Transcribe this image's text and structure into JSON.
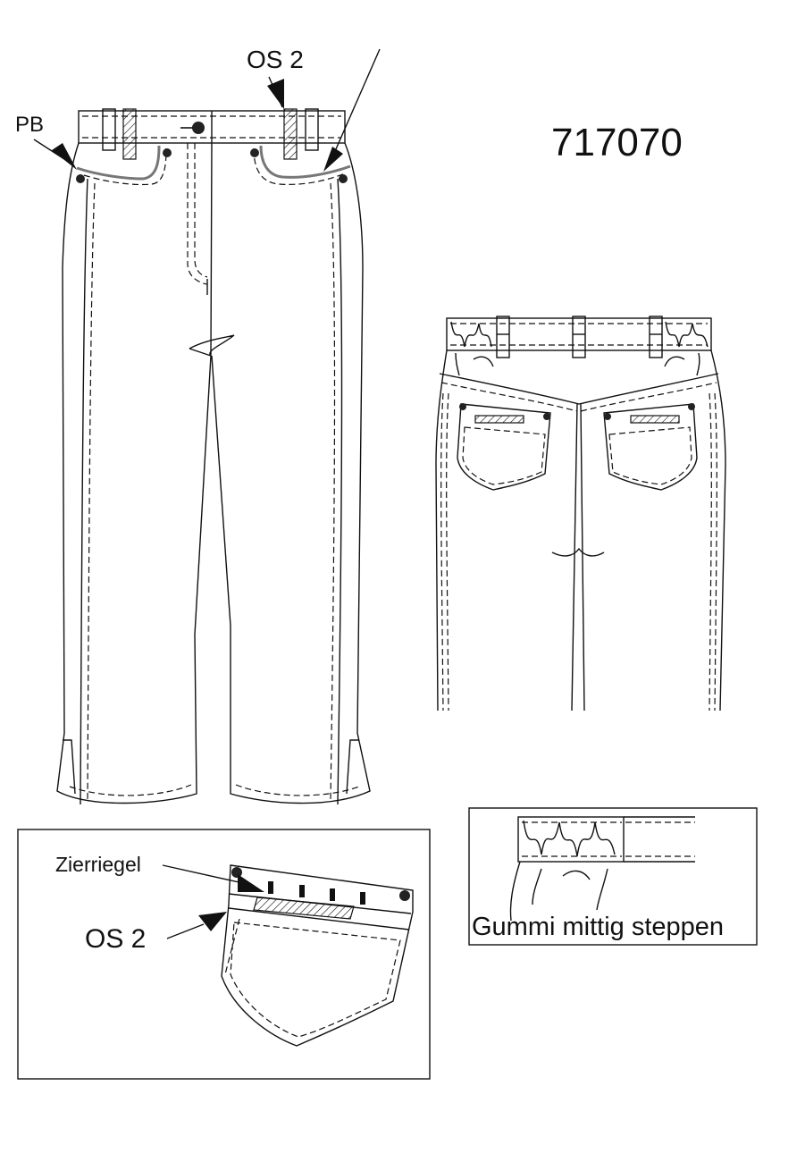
{
  "sheet": {
    "style_number": "717070",
    "labels": {
      "os2_front": "OS 2",
      "pb": "PB",
      "zierriegel": "Zierriegel",
      "os2_pocket": "OS 2",
      "gummi": "Gummi mittig steppen"
    }
  }
}
